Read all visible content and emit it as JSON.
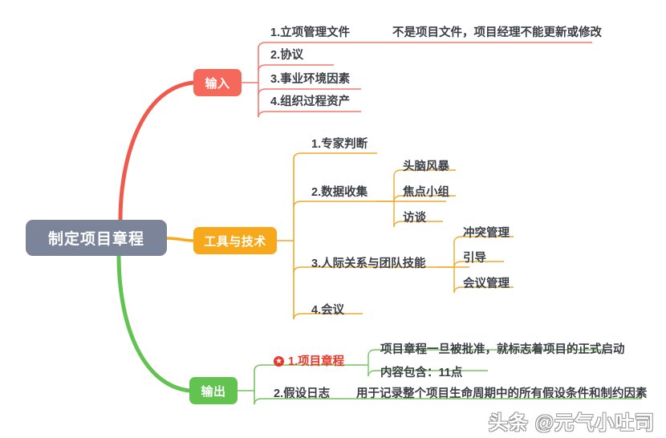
{
  "root": {
    "label": "制定项目章程",
    "color": "#7b8499"
  },
  "branches": [
    {
      "label": "输入",
      "color": "#f4695b",
      "items": [
        {
          "label": "1.立项管理文件",
          "children": [
            {
              "label": "不是项目文件，项目经理不能更新或修改"
            }
          ]
        },
        {
          "label": "2.协议",
          "children": []
        },
        {
          "label": "3.事业环境因素",
          "children": []
        },
        {
          "label": "4.组织过程资产",
          "children": []
        }
      ]
    },
    {
      "label": "工具与技术",
      "color": "#f8a81b",
      "items": [
        {
          "label": "1.专家判断",
          "children": []
        },
        {
          "label": "2.数据收集",
          "children": [
            {
              "label": "头脑风暴"
            },
            {
              "label": "焦点小组"
            },
            {
              "label": "访谈"
            }
          ]
        },
        {
          "label": "3.人际关系与团队技能",
          "children": [
            {
              "label": "冲突管理"
            },
            {
              "label": "引导"
            },
            {
              "label": "会议管理"
            }
          ]
        },
        {
          "label": "4.会议",
          "children": []
        }
      ]
    },
    {
      "label": "输出",
      "color": "#63c351",
      "items": [
        {
          "label": "1.项目章程",
          "icon": "star-icon",
          "highlight": true,
          "children": [
            {
              "label": "项目章程一旦被批准，就标志着项目的正式启动"
            },
            {
              "label": "内容包含：11点"
            }
          ]
        },
        {
          "label": "2.假设日志",
          "children": [
            {
              "label": "用于记录整个项目生命周期中的所有假设条件和制约因素"
            }
          ]
        }
      ]
    }
  ],
  "watermark": {
    "text": "头条 @元气小吐司"
  }
}
